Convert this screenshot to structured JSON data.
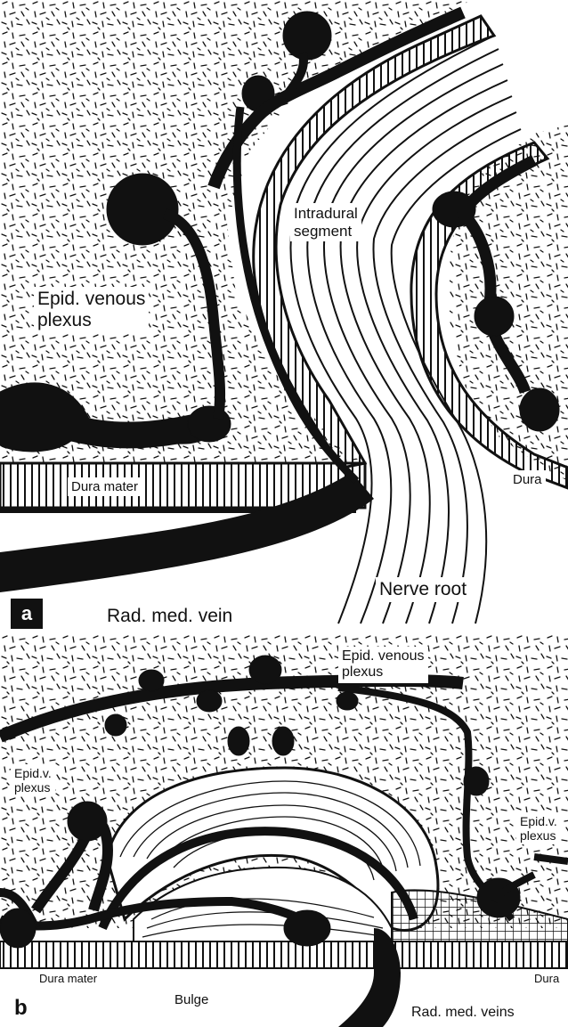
{
  "panel_a": {
    "letter": "a",
    "labels": {
      "intradural_segment_line1": "Intradural",
      "intradural_segment_line2": "segment",
      "epid_venous_plexus_line1": "Epid. venous",
      "epid_venous_plexus_line2": "plexus",
      "dura_mater": "Dura mater",
      "dura": "Dura",
      "nerve_root": "Nerve root",
      "rad_med_vein": "Rad. med. vein"
    }
  },
  "panel_b": {
    "letter": "b",
    "labels": {
      "epid_venous_plexus_line1": "Epid. venous",
      "epid_venous_plexus_line2": "plexus",
      "epid_v_plexus_left_line1": "Epid.v.",
      "epid_v_plexus_left_line2": "plexus",
      "epid_v_plexus_right_line1": "Epid.v.",
      "epid_v_plexus_right_line2": "plexus",
      "dura_mater": "Dura mater",
      "dura": "Dura",
      "bulge": "Bulge",
      "rad_med_veins": "Rad. med. veins"
    }
  },
  "colors": {
    "ink": "#111111",
    "paper": "#ffffff"
  }
}
